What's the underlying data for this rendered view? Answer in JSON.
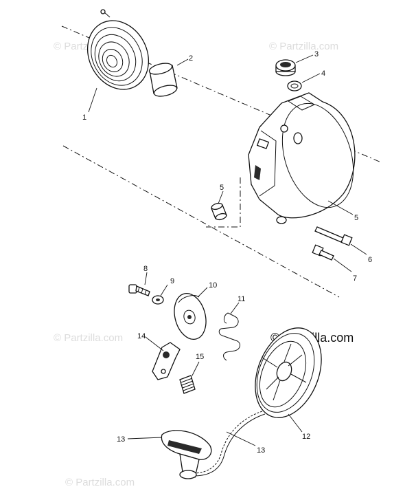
{
  "watermarks": [
    "© Partzilla.com",
    "© Partzilla.com",
    "© Partzilla.com",
    "© Partzilla.com",
    "© Partzilla.com"
  ],
  "callouts": {
    "c1": "1",
    "c2": "2",
    "c3": "3",
    "c4": "4",
    "c5a": "5",
    "c5b": "5",
    "c6": "6",
    "c7": "7",
    "c8": "8",
    "c9": "9",
    "c10": "10",
    "c11": "11",
    "c12": "12",
    "c13a": "13",
    "c13b": "13",
    "c14": "14",
    "c15": "15"
  }
}
